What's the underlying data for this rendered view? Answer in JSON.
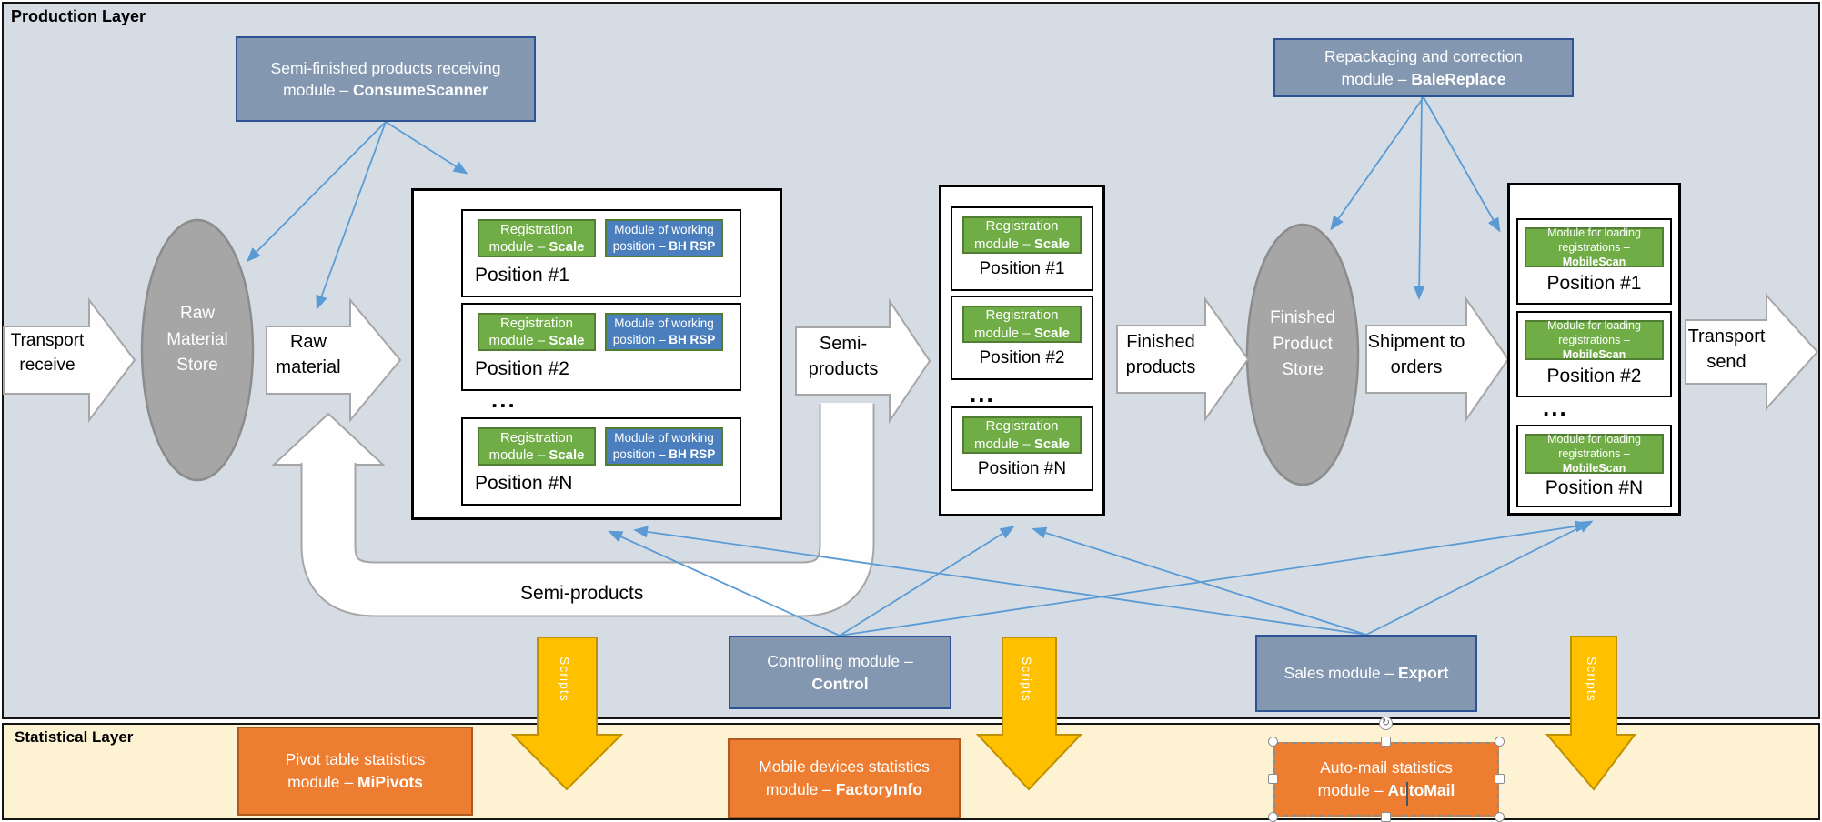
{
  "production": {
    "title": "Production Layer",
    "flow": {
      "transport_receive": {
        "l1": "Transport",
        "l2": "receive"
      },
      "raw_material": {
        "l1": "Raw",
        "l2": "material"
      },
      "semi_products": {
        "l1": "Semi-",
        "l2": "products"
      },
      "finished_products": {
        "l1": "Finished",
        "l2": "products"
      },
      "shipment_to_orders": {
        "l1": "Shipment to",
        "l2": "orders"
      },
      "transport_send": {
        "l1": "Transport",
        "l2": "send"
      },
      "semi_products_return": "Semi-products"
    },
    "stores": {
      "raw": {
        "l1": "Raw",
        "l2": "Material",
        "l3": "Store"
      },
      "finished": {
        "l1": "Finished",
        "l2": "Product",
        "l3": "Store"
      }
    },
    "modules": {
      "consume_scanner": {
        "l1": "Semi-finished products receiving",
        "l2": "module – ",
        "b": "ConsumeScanner"
      },
      "bale_replace": {
        "l1": "Repackaging and correction",
        "l2": "module – ",
        "b": "BaleReplace"
      },
      "control": {
        "l1": "Controlling module –",
        "b": "Control"
      },
      "export": {
        "l1": "Sales module – ",
        "b": "Export"
      }
    },
    "station_modules": {
      "scale": {
        "l1": "Registration",
        "l2": "module – ",
        "b": "Scale"
      },
      "bh_rsp": {
        "l1": "Module of working",
        "l2": "position – ",
        "b": "BH RSP"
      },
      "mobile_scan": {
        "l1": "Module for loading",
        "l2": "registrations – ",
        "b": "MobileScan"
      }
    },
    "positions": {
      "p1": "Position #1",
      "p2": "Position #2",
      "pn": "Position #N",
      "dots": "..."
    },
    "scripts_label": "Scripts"
  },
  "statistical": {
    "title": "Statistical Layer",
    "modules": {
      "mipivots": {
        "l1": "Pivot table statistics",
        "l2": "module – ",
        "b": "MiPivots"
      },
      "factory_info": {
        "l1": "Mobile devices statistics",
        "l2": "module – ",
        "b": "FactoryInfo"
      },
      "auto_mail": {
        "l1": "Auto-mail statistics",
        "l2": "module – ",
        "b": "AutoMail"
      }
    }
  },
  "colors": {
    "production_bg": "#d5dce4",
    "statistical_bg": "#fdf2d2",
    "module_fill": "#8497b0",
    "module_border": "#2e5395",
    "green_fill": "#70ad47",
    "green_border": "#507e32",
    "blue_fill": "#4a7ebc",
    "orange_fill": "#ed7d31",
    "orange_border": "#ae5a21",
    "yellow_fill": "#ffc000",
    "yellow_border": "#bf9000",
    "connector": "#5b9bd5",
    "store_fill": "#a6a6a6"
  }
}
